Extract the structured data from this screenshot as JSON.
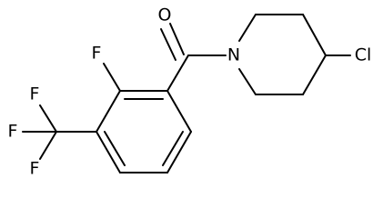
{
  "molecule": {
    "atoms": {
      "oxygen": "O",
      "nitrogen": "N",
      "chlorine": "Cl",
      "ring_fluorine": "F",
      "cf3_fluorine_1": "F",
      "cf3_fluorine_2": "F",
      "cf3_fluorine_3": "F"
    }
  }
}
